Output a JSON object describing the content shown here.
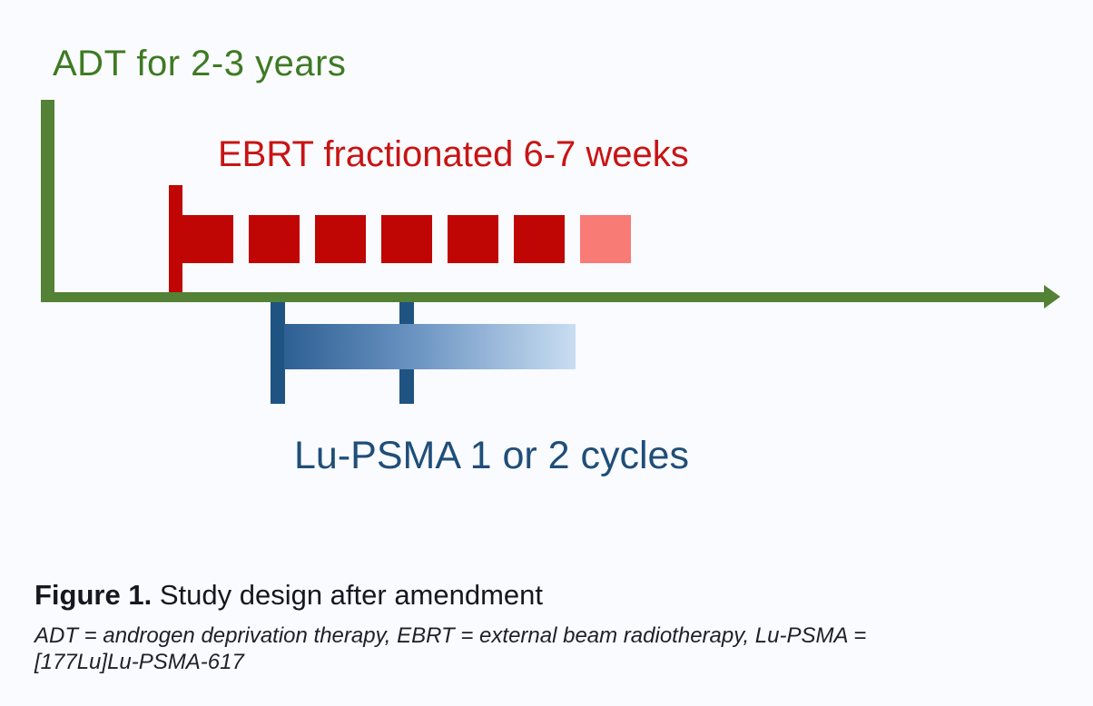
{
  "diagram": {
    "adt_label": "ADT for 2-3 years",
    "ebrt_label": "EBRT fractionated 6-7 weeks",
    "lupsma_label": "Lu-PSMA 1 or 2 cycles",
    "ebrt_fractions": {
      "dark_blocks": 6,
      "light_blocks": 1
    },
    "lupsma_cycle_markers": 2
  },
  "caption": {
    "figure_label": "Figure 1.",
    "title": "Study design after amendment",
    "footnote_line1": "ADT = androgen deprivation therapy, EBRT = external beam radiotherapy, Lu-PSMA =",
    "footnote_line2": "[177Lu]Lu-PSMA-617"
  },
  "colors": {
    "axis_green": "#538135",
    "adt_text_green": "#3e7a23",
    "ebrt_block_red": "#c00505",
    "ebrt_block_light_red": "#f97b76",
    "ebrt_text_red": "#c81414",
    "lupsma_bar_blue": "#1f5382",
    "lupsma_gradient_start": "#2e6094",
    "lupsma_gradient_end": "#c9ddf2",
    "lupsma_text_blue": "#1f4e79",
    "caption_text": "#17171f",
    "background": "#fafbfe"
  }
}
